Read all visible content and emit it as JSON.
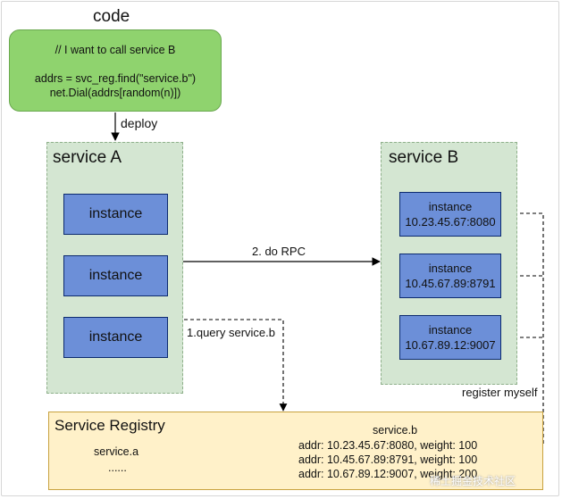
{
  "code": {
    "title": "code",
    "line1": "// I want to call service B",
    "line2": "addrs = svc_reg.find(\"service.b\")",
    "line3": "net.Dial(addrs[random(n)])"
  },
  "edges": {
    "deploy": "deploy",
    "rpc": "2. do RPC",
    "query": "1.query service.b",
    "register": "register myself"
  },
  "service_a": {
    "title": "service A",
    "instances": [
      "instance",
      "instance",
      "instance"
    ]
  },
  "service_b": {
    "title": "service B",
    "instances": [
      {
        "label": "instance",
        "addr": "10.23.45.67:8080"
      },
      {
        "label": "instance",
        "addr": "10.45.67.89:8791"
      },
      {
        "label": "instance",
        "addr": "10.67.89.12:9007"
      }
    ]
  },
  "registry": {
    "title": "Service Registry",
    "service_a_name": "service.a",
    "service_a_more": "......",
    "service_b_name": "service.b",
    "entries": [
      "addr: 10.23.45.67:8080, weight: 100",
      "addr: 10.45.67.89:8791, weight: 100",
      "addr: 10.67.89.12:9007, weight: 200"
    ]
  },
  "watermarks": [
    "稀土掘金技术社区"
  ],
  "colors": {
    "code_box": "#8fd36e",
    "service_bg": "#d4e6d2",
    "instance": "#6c8fd8",
    "registry_bg": "#fff1c9"
  }
}
